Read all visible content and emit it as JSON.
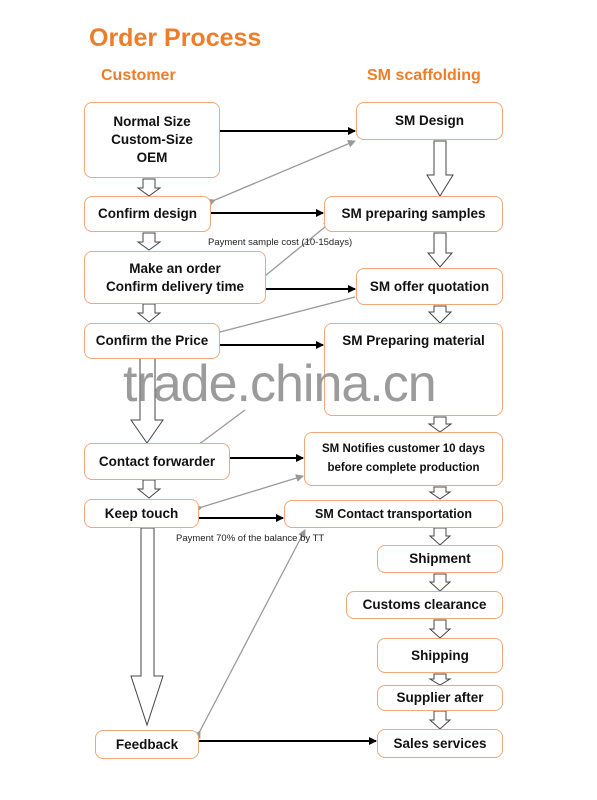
{
  "title": "Order Process",
  "columns": {
    "customer": "Customer",
    "supplier": "SM scaffolding"
  },
  "customer_steps": {
    "sizes": "Normal Size\nCustom-Size\nOEM",
    "confirm_design": "Confirm design",
    "make_order": "Make an order\nConfirm delivery time",
    "confirm_price": "Confirm the Price",
    "contact_forwarder": "Contact forwarder",
    "keep_touch": "Keep touch",
    "feedback": "Feedback"
  },
  "supplier_steps": {
    "design": "SM Design",
    "preparing_samples": "SM preparing samples",
    "offer_quotation": "SM offer quotation",
    "preparing_material": "SM Preparing material",
    "notifies": "SM Notifies customer 10 days\nbefore complete production",
    "contact_transportation": "SM Contact transportation",
    "shipment": "Shipment",
    "customs": "Customs clearance",
    "shipping": "Shipping",
    "supplier_after": "Supplier after",
    "sales_services": "Sales services"
  },
  "notes": {
    "sample_cost": "Payment sample cost (10-15days)",
    "balance": "Payment 70% of the balance by TT"
  },
  "watermark": "trade.china.cn",
  "colors": {
    "accent": "#ee7d2a",
    "box_border": "#f0a87a",
    "connector": "#999999"
  }
}
